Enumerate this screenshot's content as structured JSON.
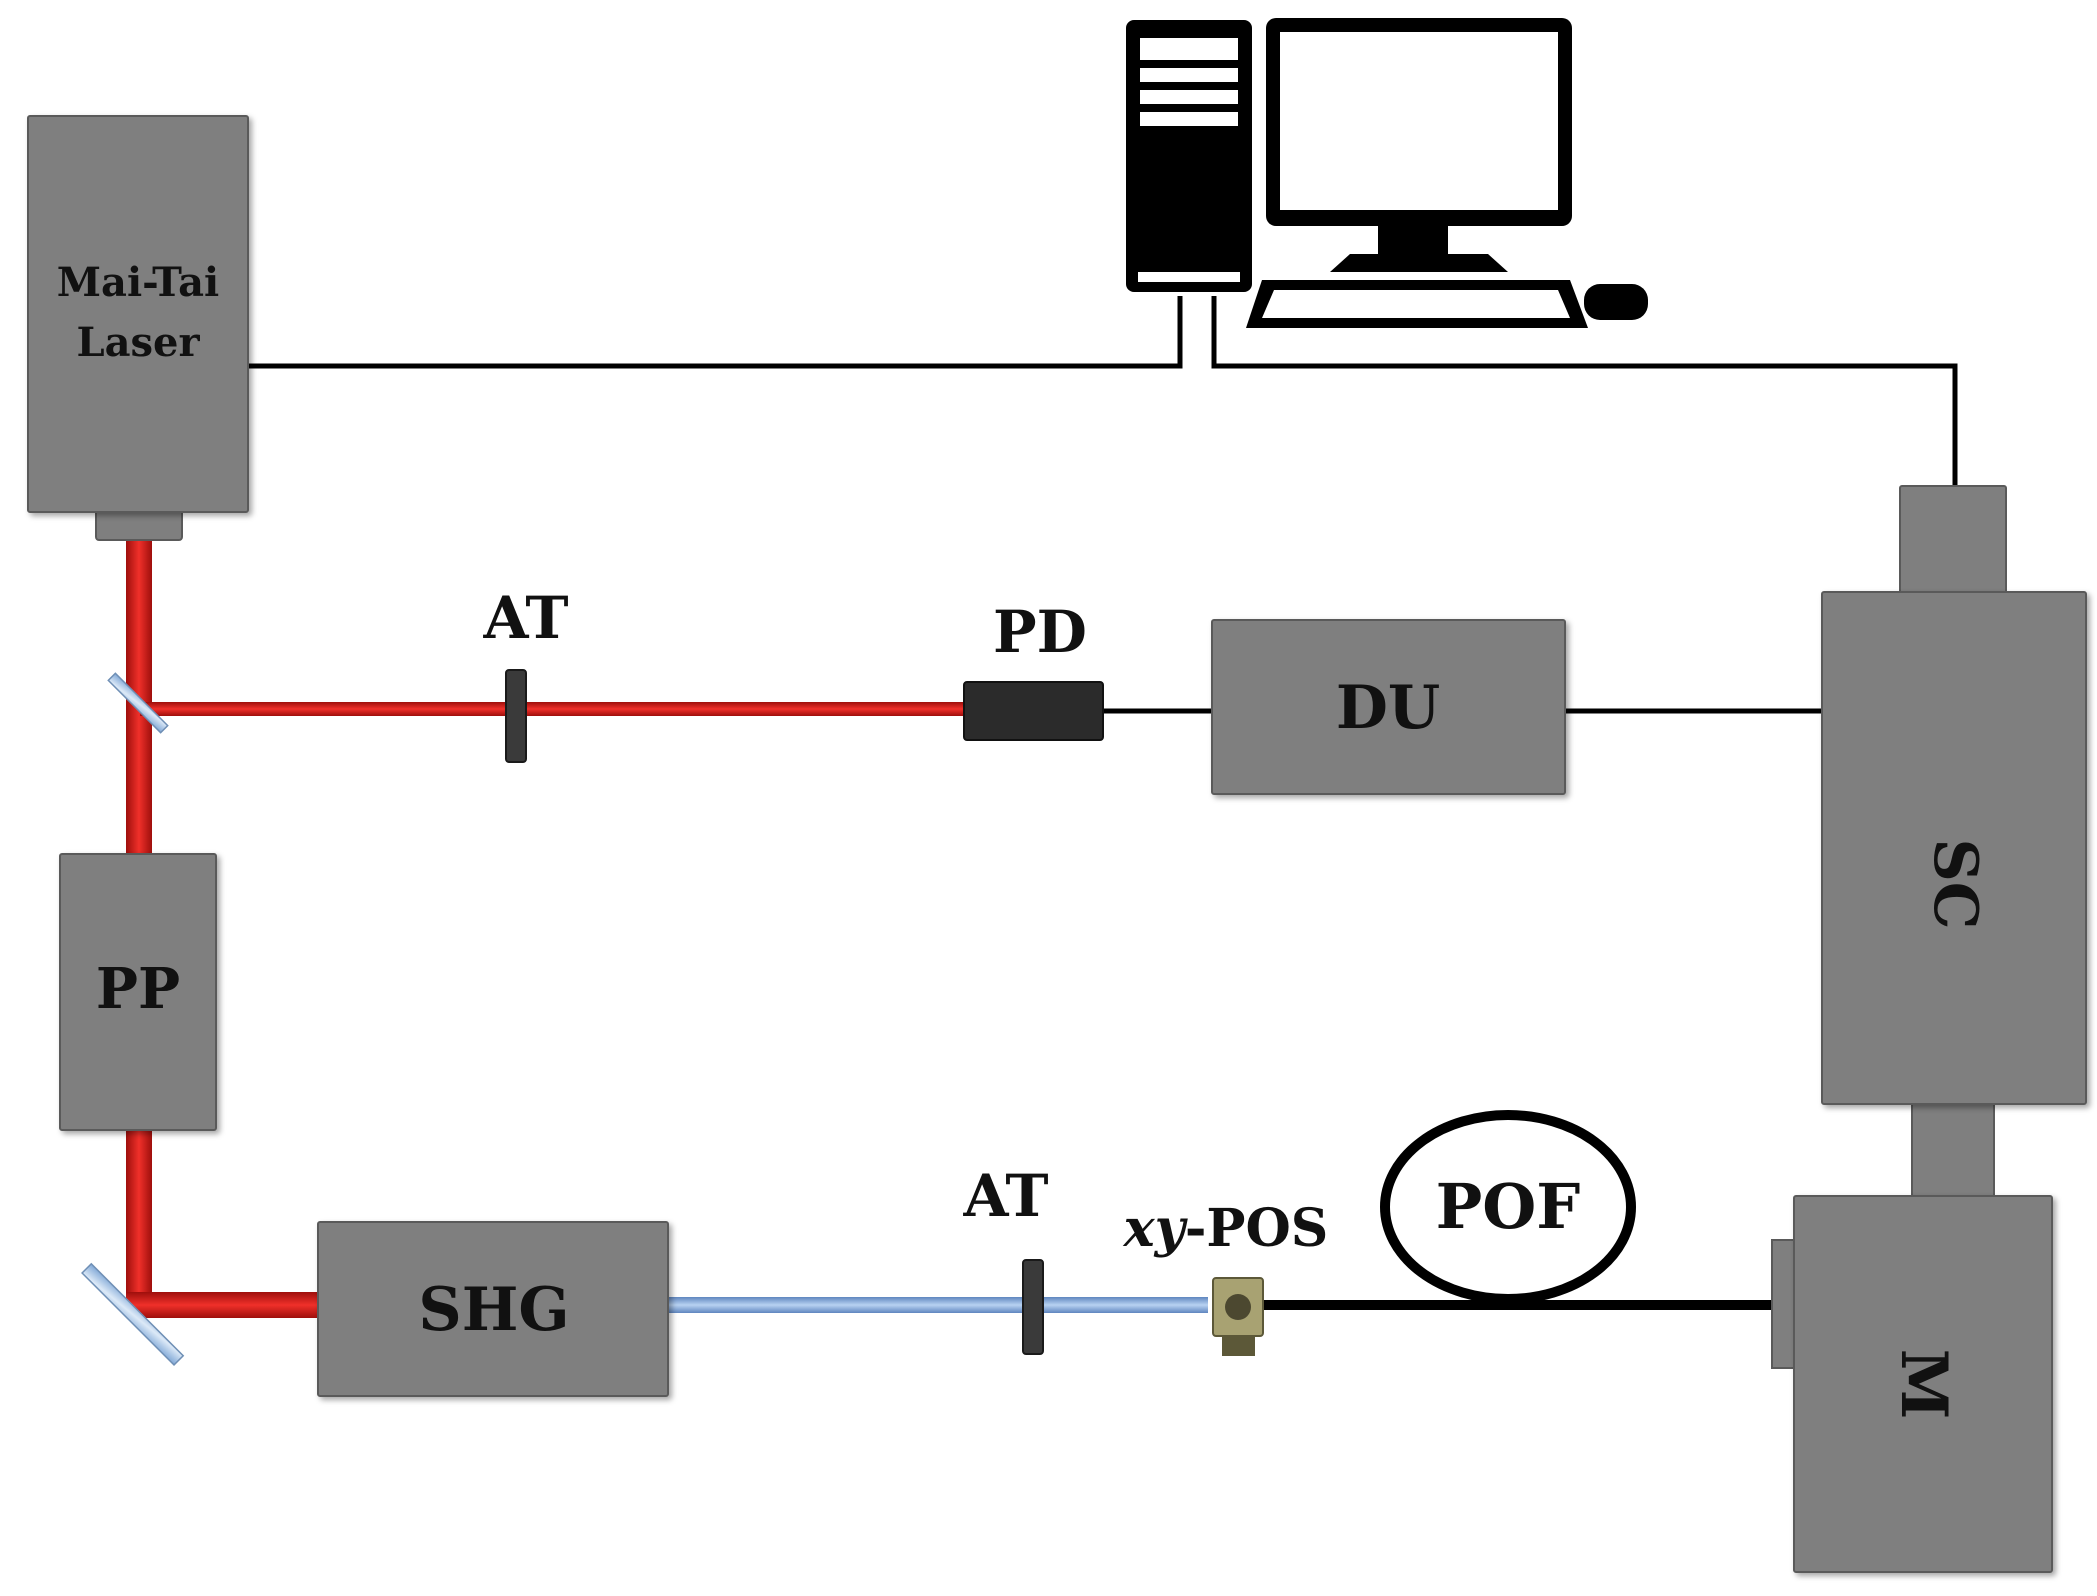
{
  "colors": {
    "box_fill": "#7f7f7f",
    "box_edge": "#5a5a5a",
    "red_beam": "#e0201c",
    "blue_beam": "#8fb3e0",
    "wire": "#000000",
    "detector": "#2b2b2b",
    "positioner": "#8f8a5c"
  },
  "labels": {
    "laser_line1": "Mai-Tai",
    "laser_line2": "Laser",
    "pp": "PP",
    "shg": "SHG",
    "du": "DU",
    "sc": "SC",
    "m": "M",
    "pof": "POF",
    "pd": "PD",
    "at_top": "AT",
    "at_bottom": "AT",
    "xy_italic": "xy",
    "xy_rest": "-POS"
  },
  "icons": {
    "computer": "computer-icon",
    "mirror": "mirror-icon",
    "attenuator": "attenuator-icon"
  }
}
